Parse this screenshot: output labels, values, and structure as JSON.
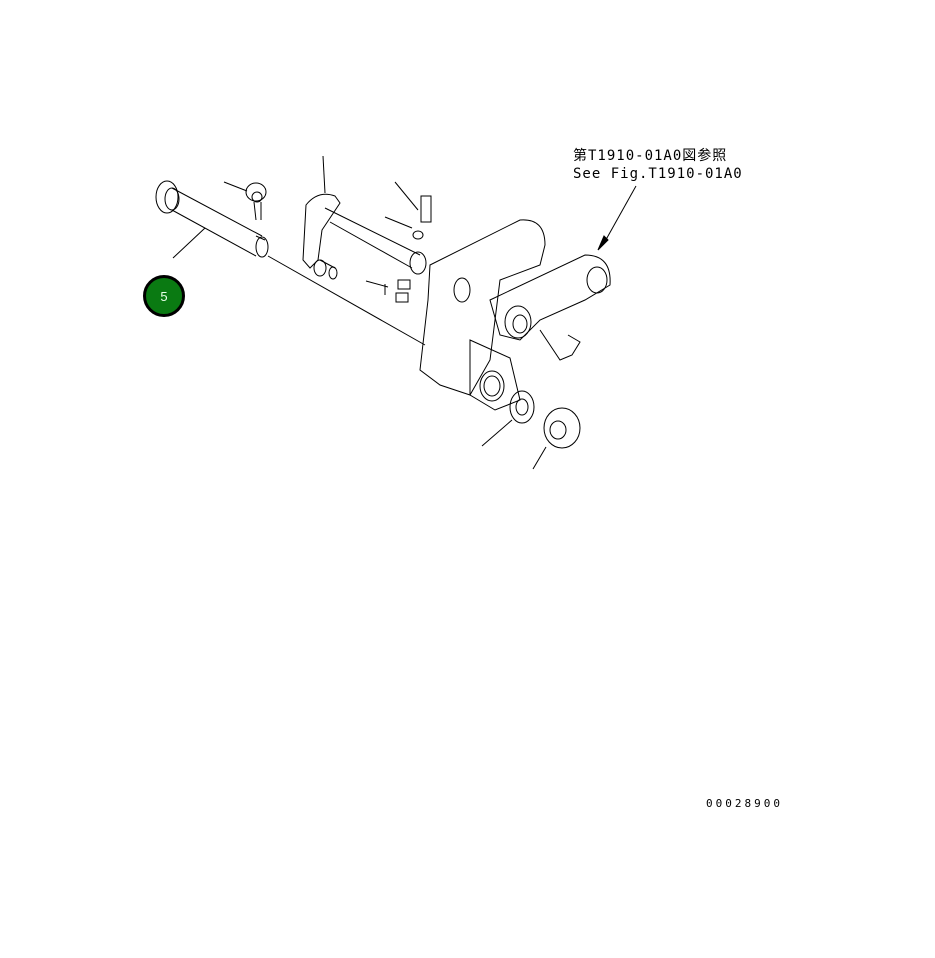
{
  "diagram": {
    "type": "exploded parts diagram",
    "reference_note": {
      "line_jp": "第T1910-01A0図参照",
      "line_en": "See Fig.T1910-01A0"
    },
    "callouts": [
      {
        "number": "5",
        "color": "#0a7a12"
      }
    ],
    "drawing_number": "00028900"
  }
}
